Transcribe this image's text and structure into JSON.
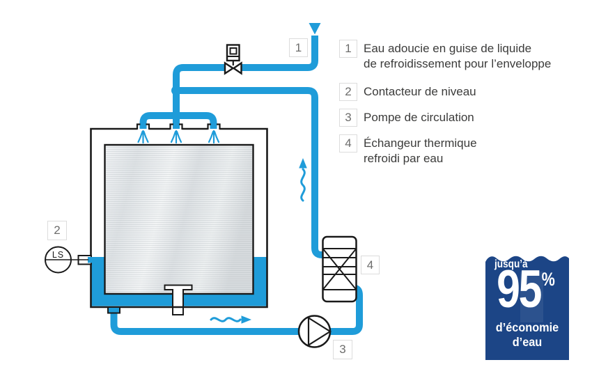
{
  "colors": {
    "pipe_water_blue": "#1F9CD9",
    "badge_blue": "#1C4586",
    "diagram_line": "#1A1A1A",
    "legend_text": "#3B3B3A",
    "label_number_gray": "#6D6D6C"
  },
  "diagram": {
    "labels": {
      "l1": "1",
      "l2": "2",
      "l3": "3",
      "l4": "4"
    },
    "level_switch": "LS"
  },
  "legend": {
    "items": [
      {
        "num": "1",
        "line1": "Eau adoucie en guise de liquide",
        "line2": "de refroidissement pour l’enveloppe"
      },
      {
        "num": "2",
        "line1": "Contacteur de niveau",
        "line2": ""
      },
      {
        "num": "3",
        "line1": "Pompe de circulation",
        "line2": ""
      },
      {
        "num": "4",
        "line1": "Échangeur thermique",
        "line2": "refroidi par eau"
      }
    ]
  },
  "badge": {
    "prefix": "jusqu’à",
    "value": "95",
    "unit": "%",
    "suffix1": "d’économie",
    "suffix2": "d’eau"
  }
}
